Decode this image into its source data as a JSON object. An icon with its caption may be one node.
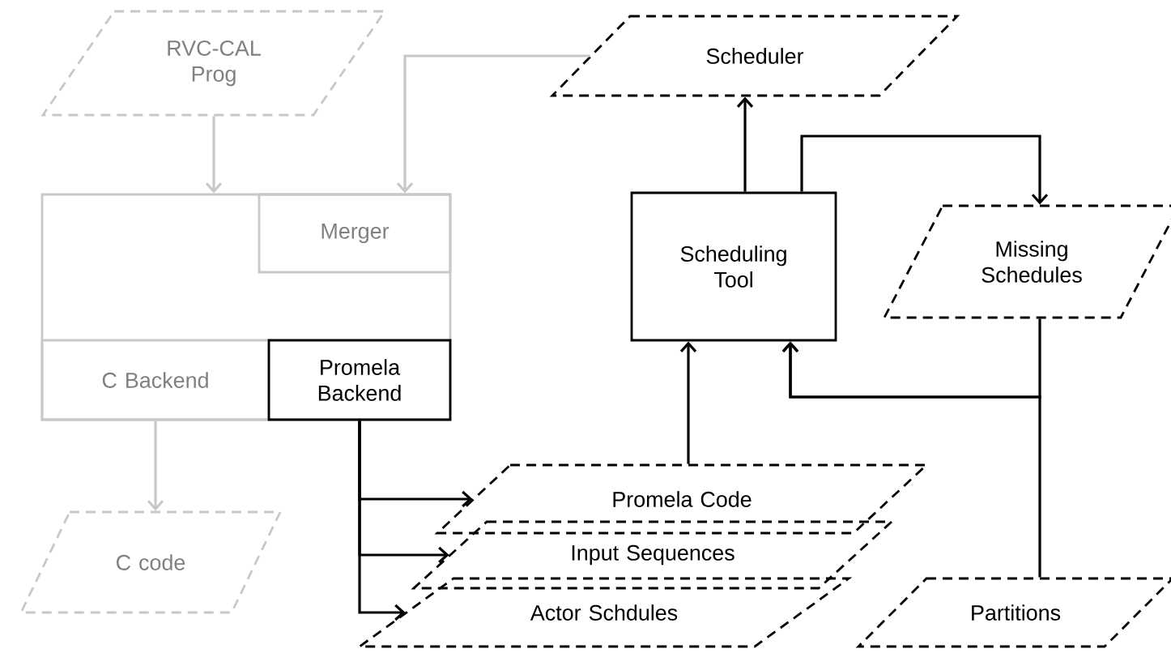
{
  "diagram": {
    "nodes": [
      {
        "text": [
          "RVC-CAL Prog"
        ]
      },
      {
        "text": [],
        "shape": "box"
      },
      {
        "text": [
          "Merger"
        ],
        "in": 1
      },
      {
        "text": [
          "C Backend"
        ],
        "in": 1
      },
      {
        "text": [
          "Promela Backend"
        ],
        "in": 1
      },
      {
        "text": [
          "C code"
        ]
      },
      {
        "text": [
          "Scheduler"
        ]
      },
      {
        "text": [
          "Scheduling Tool"
        ]
      },
      {
        "text": [
          "Missing Schedules"
        ]
      },
      {
        "text": [
          "Promela Code"
        ]
      },
      {
        "text": [
          "Input Sequences"
        ]
      },
      {
        "text": [
          "Actor Schdules"
        ]
      },
      {
        "text": [
          "Partitions"
        ]
      }
    ],
    "edges": [
      {
        "from": 0,
        "to": 1,
        "arrow": "to",
        "color": "#c8c8c8"
      },
      {
        "from": 6,
        "to": 2,
        "arrow": "to",
        "color": "#c8c8c8"
      },
      {
        "from": 3,
        "to": 5,
        "arrow": "to",
        "color": "#c8c8c8"
      },
      {
        "from": 4,
        "to": 9,
        "arrow": "to"
      },
      {
        "from": 4,
        "to": 10,
        "arrow": "to"
      },
      {
        "from": 4,
        "to": 11,
        "arrow": "to"
      },
      {
        "from": 9,
        "to": 7,
        "arrow": "to"
      },
      {
        "from": 7,
        "to": 6,
        "arrow": "to"
      },
      {
        "from": 7,
        "to": 8,
        "arrow": "to"
      },
      {
        "from": 8,
        "to": 7,
        "arrow": "to"
      },
      {
        "from": 12,
        "to": 7,
        "arrow": "to"
      }
    ]
  }
}
